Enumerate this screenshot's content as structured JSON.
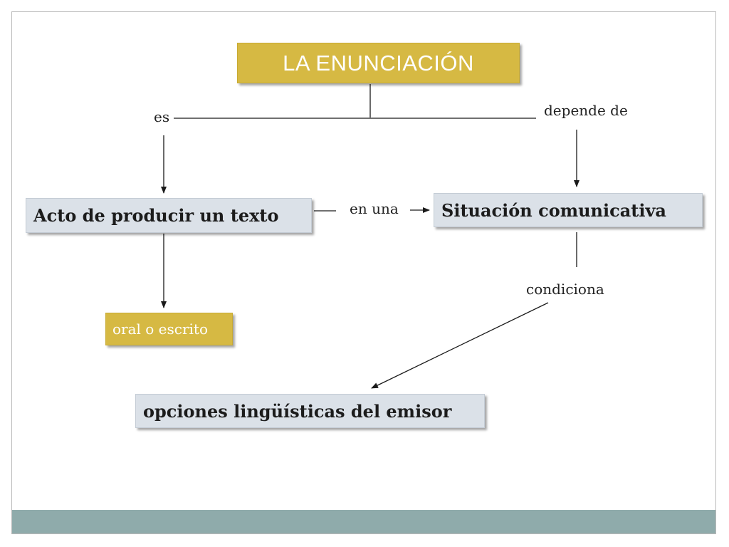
{
  "diagram": {
    "title": "LA ENUNCIACIÓN",
    "nodes": {
      "acto": "Acto de producir un texto",
      "situacion": "Situación comunicativa",
      "oral": "oral o escrito",
      "opciones": "opciones lingüísticas del emisor"
    },
    "edge_labels": {
      "es": "es",
      "depende_de": "depende de",
      "en_una": "en una",
      "condiciona": "condiciona"
    }
  },
  "colors": {
    "gold_box": "#d6b943",
    "gray_box": "#dbe1e8",
    "footer_band": "#8fabab",
    "line": "#1a1a1a"
  }
}
